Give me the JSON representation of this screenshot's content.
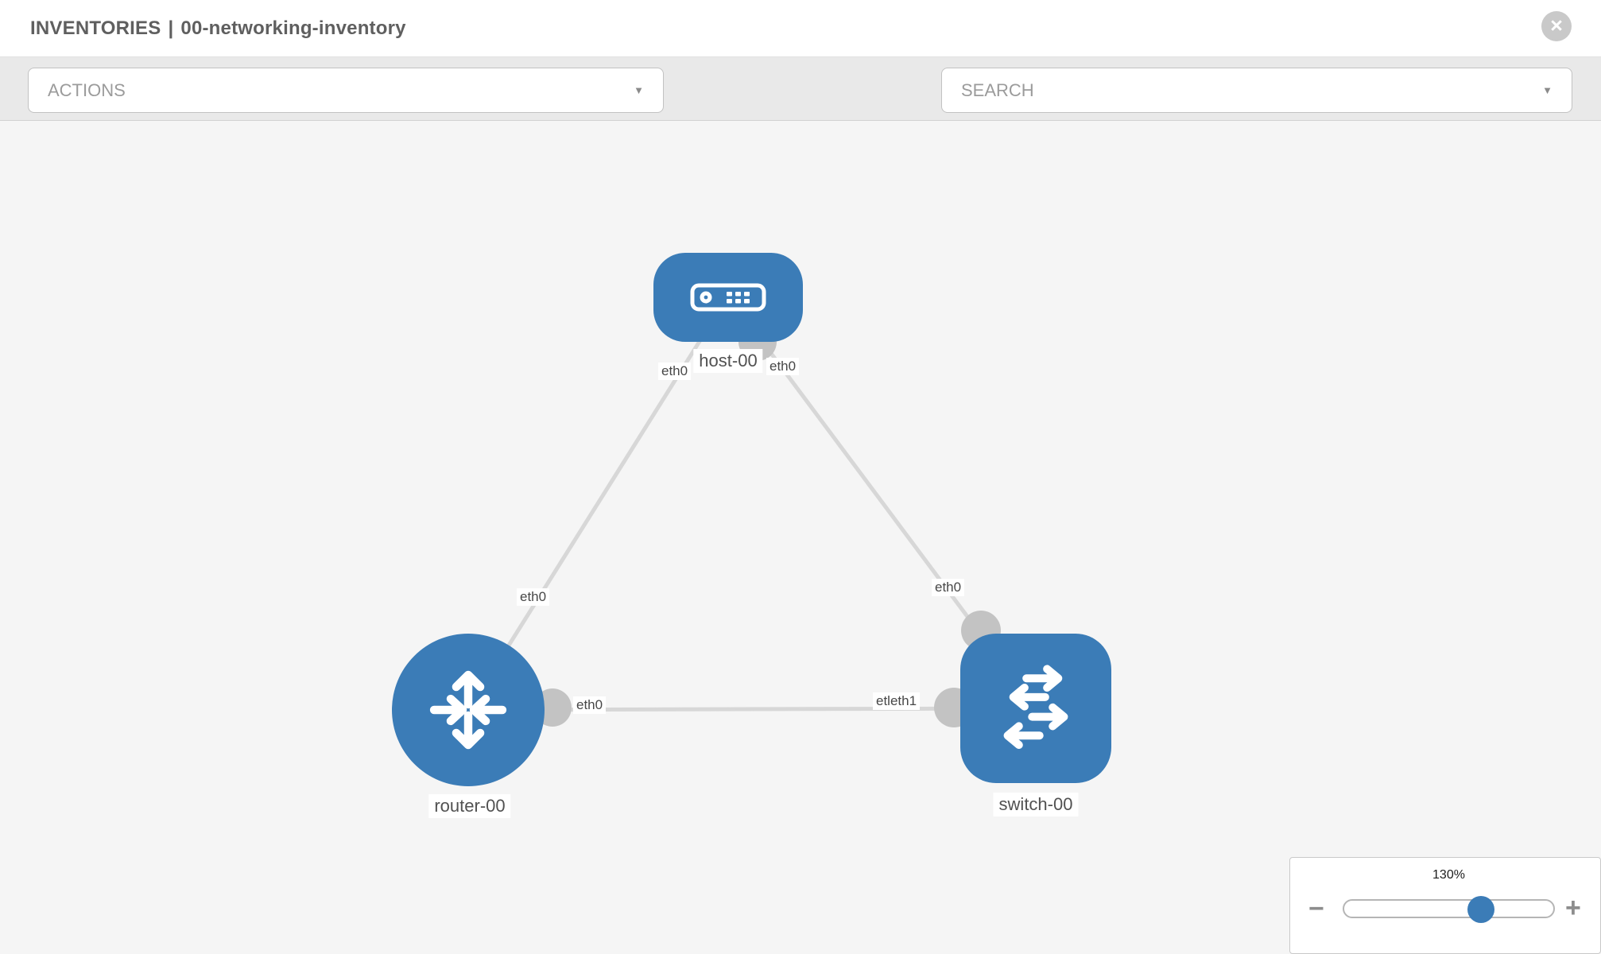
{
  "header": {
    "breadcrumb": "INVENTORIES",
    "separator": "|",
    "inventory_name": "00-networking-inventory",
    "close_label": "×"
  },
  "toolbar": {
    "actions_placeholder": "ACTIONS",
    "search_placeholder": "SEARCH",
    "caret": "▼"
  },
  "topology": {
    "nodes": [
      {
        "id": "host-00",
        "label": "host-00",
        "type": "host"
      },
      {
        "id": "router-00",
        "label": "router-00",
        "type": "router"
      },
      {
        "id": "switch-00",
        "label": "switch-00",
        "type": "switch"
      }
    ],
    "links": [
      {
        "source": "router-00",
        "target": "host-00",
        "source_label": "eth0",
        "target_label": "eth0"
      },
      {
        "source": "switch-00",
        "target": "host-00",
        "source_label": "eth0",
        "target_label": "eth0"
      },
      {
        "source": "router-00",
        "target": "switch-00",
        "source_label": "eth0",
        "target_label": "etleth1"
      }
    ]
  },
  "zoom_control": {
    "value": "130%",
    "minus_label": "−",
    "plus_label": "+"
  },
  "colors": {
    "node_blue": "#3b7cb7",
    "edge_gray": "#d7d7d7",
    "port_gray": "#c3c3c3",
    "canvas_bg": "#f5f5f5",
    "toolbar_bg": "#e9e9e9"
  }
}
